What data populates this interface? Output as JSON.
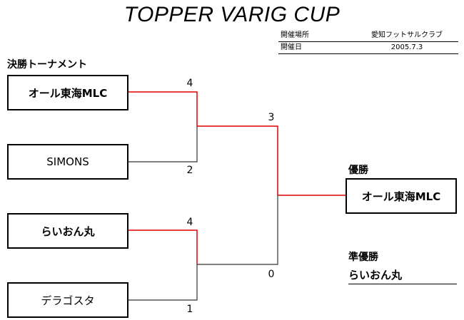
{
  "title": "TOPPER VARIG CUP",
  "info": {
    "venue_label": "開催場所",
    "venue_value": "愛知フットサルクラブ",
    "date_label": "開催日",
    "date_value": "2005.7.3"
  },
  "section_label": "決勝トーナメント",
  "teams": [
    {
      "name": "オール東海MLC",
      "score": "4"
    },
    {
      "name": "SIMONS",
      "score": "2"
    },
    {
      "name": "らいおん丸",
      "score": "4"
    },
    {
      "name": "デラゴスタ",
      "score": "1"
    }
  ],
  "final_scores": {
    "upper": "3",
    "lower": "0"
  },
  "winner": {
    "label": "優勝",
    "name": "オール東海MLC"
  },
  "runner_up": {
    "label": "準優勝",
    "name": "らいおん丸"
  },
  "colors": {
    "winner_line": "#e00000",
    "loser_line": "#333333"
  }
}
